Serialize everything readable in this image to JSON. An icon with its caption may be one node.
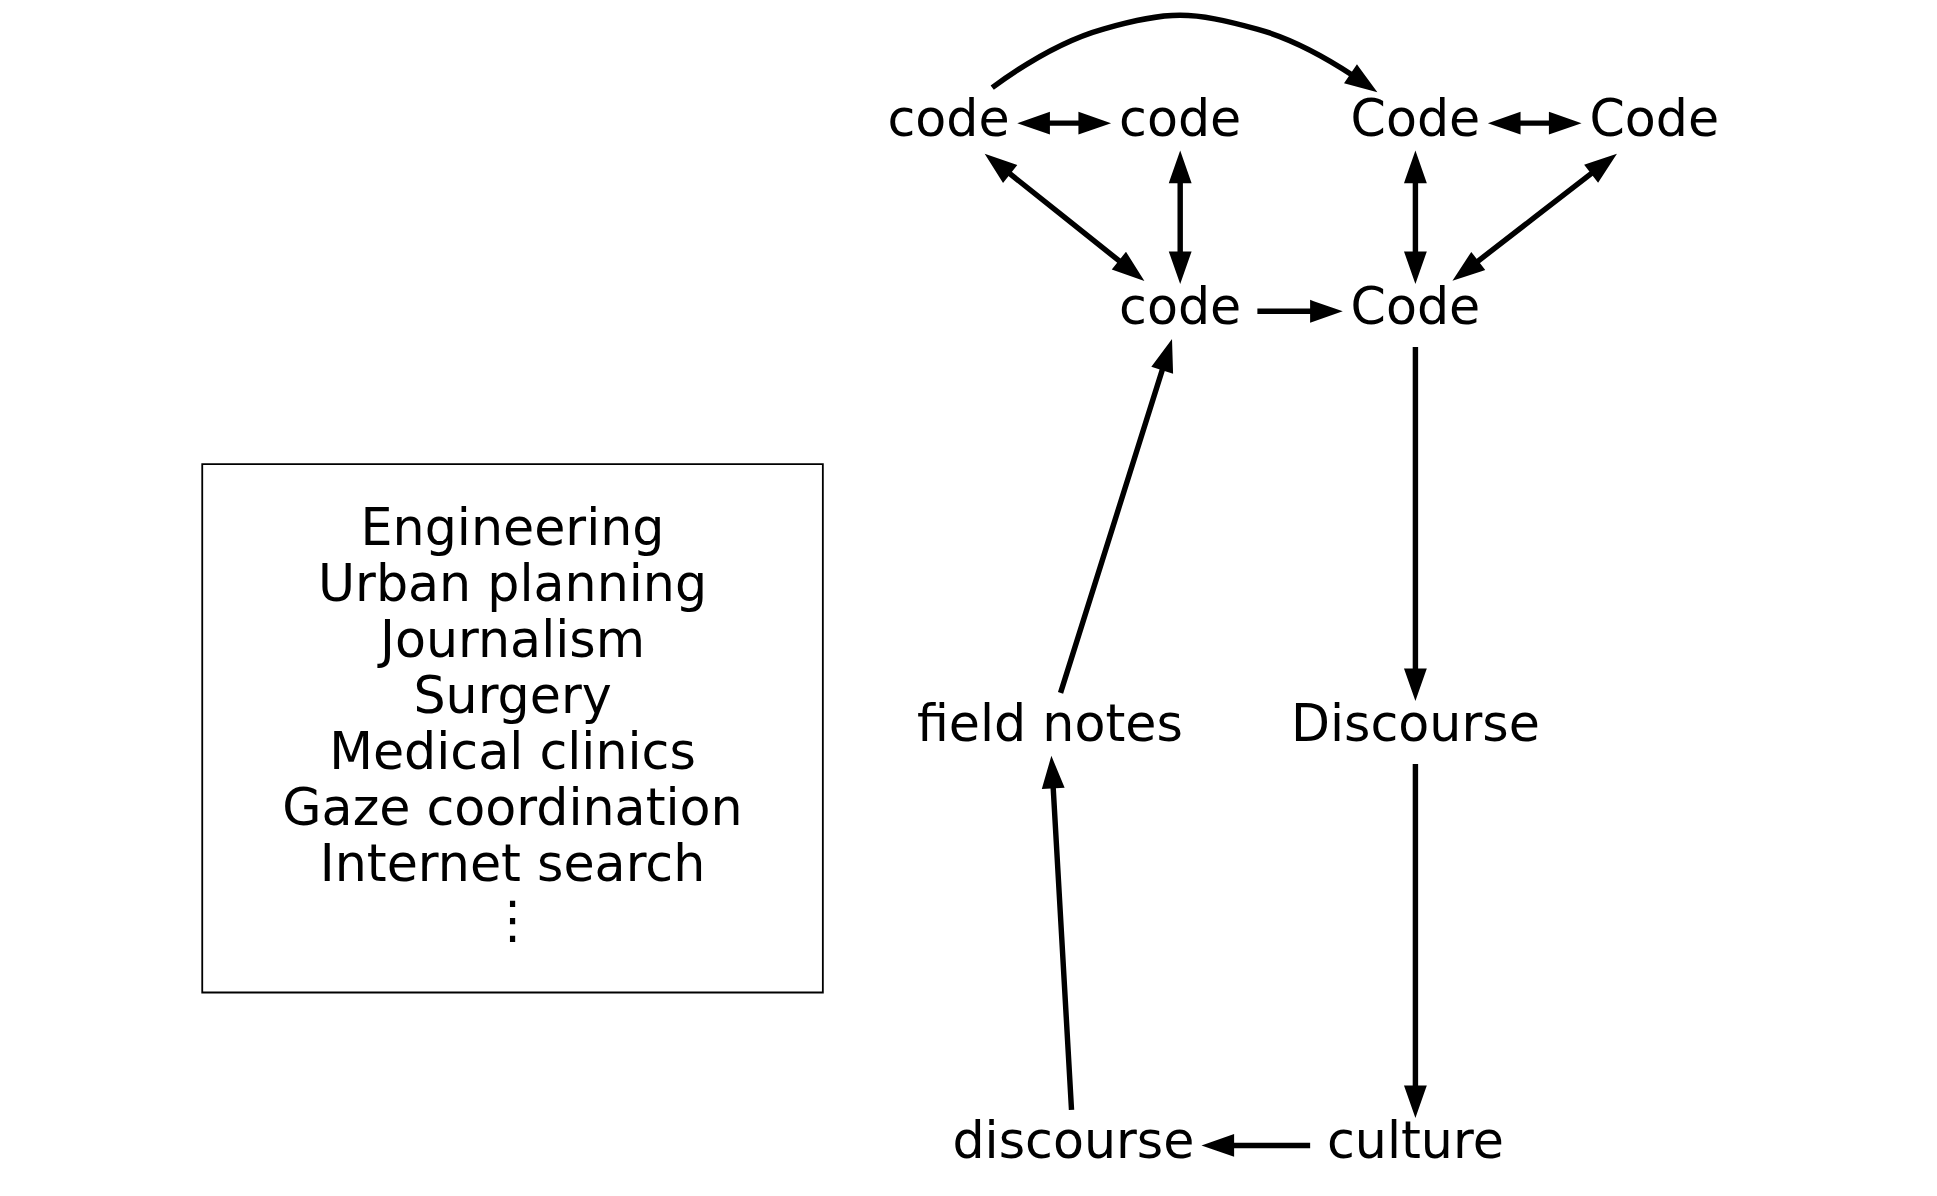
{
  "diagram": {
    "nodes": [
      {
        "text": [
          "Engineering",
          "Urban planning",
          "Journalism",
          "Surgery",
          "Medical clinics",
          "Gaze coordination",
          "Internet search",
          "⋮"
        ]
      },
      {
        "text": [
          "code"
        ]
      },
      {
        "text": [
          "code"
        ]
      },
      {
        "text": [
          "code"
        ]
      },
      {
        "text": [
          "field notes"
        ]
      },
      {
        "text": [
          "discourse"
        ]
      },
      {
        "text": [
          "Code"
        ]
      },
      {
        "text": [
          "Code"
        ]
      },
      {
        "text": [
          "Code"
        ]
      },
      {
        "text": [
          "Discourse"
        ]
      },
      {
        "text": [
          "culture"
        ]
      }
    ],
    "edges": [
      {
        "from": 1,
        "to": 2,
        "arrow": "both"
      },
      {
        "from": 1,
        "to": 3,
        "arrow": "both"
      },
      {
        "from": 2,
        "to": 3,
        "arrow": "both"
      },
      {
        "from": 4,
        "to": 3,
        "arrow": "to"
      },
      {
        "from": 5,
        "to": 4,
        "arrow": "to"
      },
      {
        "from": 1,
        "to": 6,
        "arrow": "to"
      },
      {
        "from": 3,
        "to": 8,
        "arrow": "to"
      },
      {
        "from": 6,
        "to": 7,
        "arrow": "both"
      },
      {
        "from": 6,
        "to": 8,
        "arrow": "both"
      },
      {
        "from": 7,
        "to": 8,
        "arrow": "both"
      },
      {
        "from": 8,
        "to": 9,
        "arrow": "to"
      },
      {
        "from": 9,
        "to": 10,
        "arrow": "to"
      },
      {
        "from": 10,
        "to": 5,
        "arrow": "to"
      }
    ]
  }
}
